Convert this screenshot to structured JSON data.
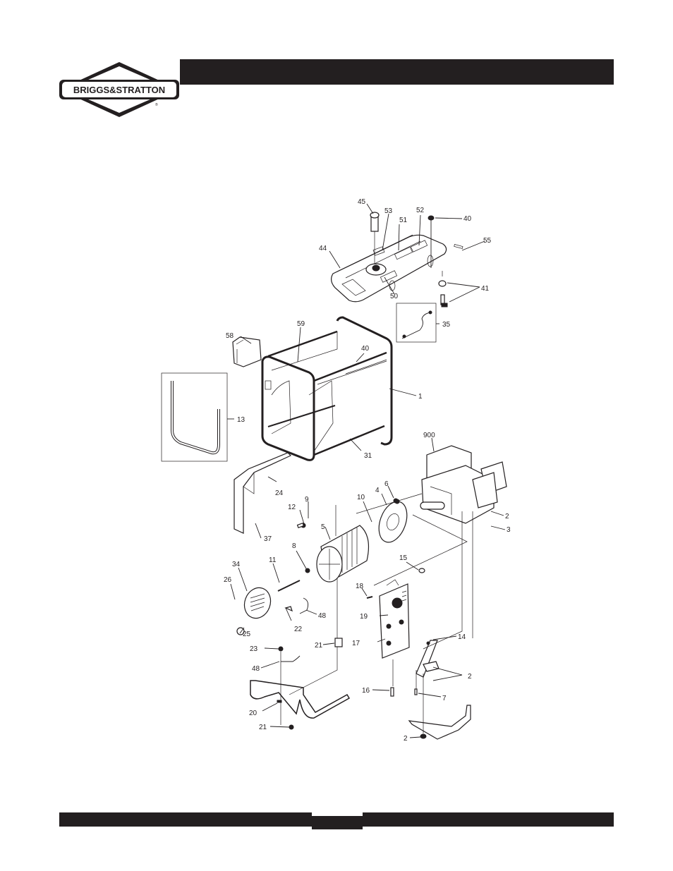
{
  "document": {
    "brand": {
      "logo_text": "BRIGGS&STRATTON",
      "registered_mark": "®"
    },
    "header_bar_color": "#231f20",
    "footer_bar_color": "#231f20"
  },
  "diagram": {
    "type": "exploded-parts-view",
    "subject": "portable generator",
    "callouts": [
      {
        "id": "45",
        "label": "45"
      },
      {
        "id": "53",
        "label": "53"
      },
      {
        "id": "52",
        "label": "52"
      },
      {
        "id": "40a",
        "label": "40"
      },
      {
        "id": "51",
        "label": "51"
      },
      {
        "id": "55",
        "label": "55"
      },
      {
        "id": "44",
        "label": "44"
      },
      {
        "id": "50",
        "label": "50"
      },
      {
        "id": "41",
        "label": "41"
      },
      {
        "id": "35",
        "label": "35"
      },
      {
        "id": "58",
        "label": "58"
      },
      {
        "id": "59",
        "label": "59"
      },
      {
        "id": "40b",
        "label": "40"
      },
      {
        "id": "1",
        "label": "1"
      },
      {
        "id": "13",
        "label": "13"
      },
      {
        "id": "31",
        "label": "31"
      },
      {
        "id": "900",
        "label": "900"
      },
      {
        "id": "24",
        "label": "24"
      },
      {
        "id": "6",
        "label": "6"
      },
      {
        "id": "9",
        "label": "9"
      },
      {
        "id": "10",
        "label": "10"
      },
      {
        "id": "4",
        "label": "4"
      },
      {
        "id": "12",
        "label": "12"
      },
      {
        "id": "2a",
        "label": "2"
      },
      {
        "id": "5",
        "label": "5"
      },
      {
        "id": "3",
        "label": "3"
      },
      {
        "id": "37",
        "label": "37"
      },
      {
        "id": "8",
        "label": "8"
      },
      {
        "id": "34",
        "label": "34"
      },
      {
        "id": "11",
        "label": "11"
      },
      {
        "id": "15",
        "label": "15"
      },
      {
        "id": "26",
        "label": "26"
      },
      {
        "id": "18",
        "label": "18"
      },
      {
        "id": "48a",
        "label": "48"
      },
      {
        "id": "22",
        "label": "22"
      },
      {
        "id": "25",
        "label": "25"
      },
      {
        "id": "19",
        "label": "19"
      },
      {
        "id": "17",
        "label": "17"
      },
      {
        "id": "14",
        "label": "14"
      },
      {
        "id": "21a",
        "label": "21"
      },
      {
        "id": "23",
        "label": "23"
      },
      {
        "id": "48b",
        "label": "48"
      },
      {
        "id": "2b",
        "label": "2"
      },
      {
        "id": "16",
        "label": "16"
      },
      {
        "id": "7",
        "label": "7"
      },
      {
        "id": "20",
        "label": "20"
      },
      {
        "id": "21b",
        "label": "21"
      },
      {
        "id": "2c",
        "label": "2"
      }
    ]
  }
}
